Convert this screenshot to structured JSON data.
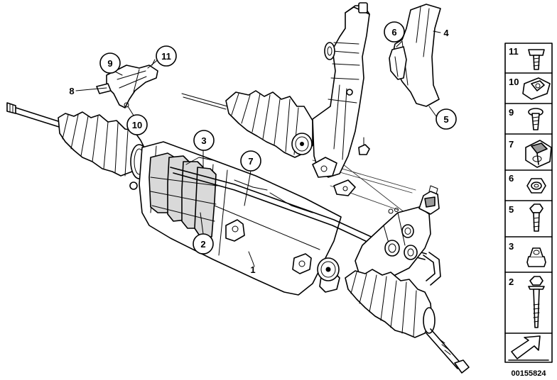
{
  "callouts": {
    "c1": "1",
    "c2": "2",
    "c3": "3",
    "c4": "4",
    "c5": "5",
    "c6": "6",
    "c7": "7",
    "c8": "8",
    "c9": "9",
    "c10": "10",
    "c11": "11"
  },
  "legend": [
    "11",
    "10",
    "9",
    "7",
    "6",
    "5",
    "3",
    "2"
  ],
  "doc_id": "00155824",
  "icons": {
    "arrow": "diagonal-arrow-icon"
  }
}
